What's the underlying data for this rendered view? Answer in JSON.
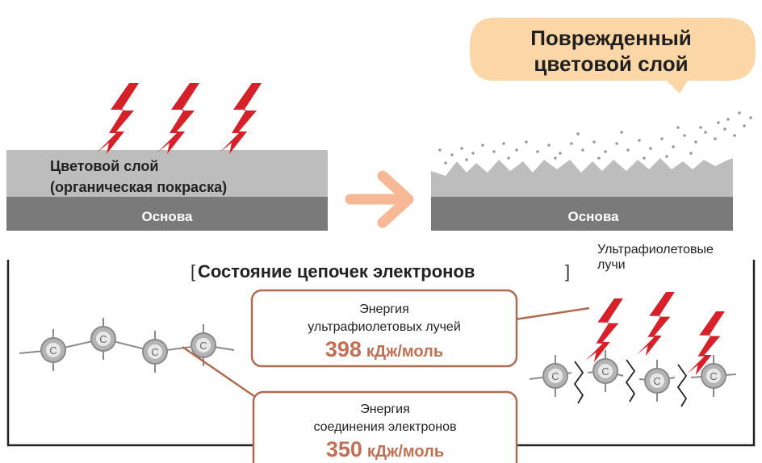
{
  "top_left": {
    "layer_label_line1": "Цветовой слой",
    "layer_label_line2": "(органическая покраска)",
    "base_label": "Основа"
  },
  "top_right": {
    "bubble_line1": "Поврежденный",
    "bubble_line2": "цветовой слой",
    "base_label": "Основа"
  },
  "bottom": {
    "title": "Состояние цепочек электронов",
    "uv_label_line1": "Ультрафиолетовые",
    "uv_label_line2": "лучи",
    "atom_symbol": "C",
    "uv_energy": {
      "label_line1": "Энергия",
      "label_line2": "ультрафиолетовых лучей",
      "value": "398",
      "unit": "кДж/моль"
    },
    "bond_energy": {
      "label_line1": "Энергия",
      "label_line2": "соединения электронов",
      "value": "350",
      "unit": "кДж/моль"
    }
  },
  "colors": {
    "layer_gray": "#bdbdbd",
    "base_gray": "#7a7a7a",
    "bolt_red": "#d6202a",
    "arrow_peach": "#f7b896",
    "bubble_fill": "#fbd6a6",
    "box_border": "#b06a50",
    "value_color": "#c07055",
    "atom_gray": "#b4b4b4"
  },
  "icons": {
    "bolt": "lightning-bolt-icon",
    "arrow": "right-arrow-icon"
  }
}
